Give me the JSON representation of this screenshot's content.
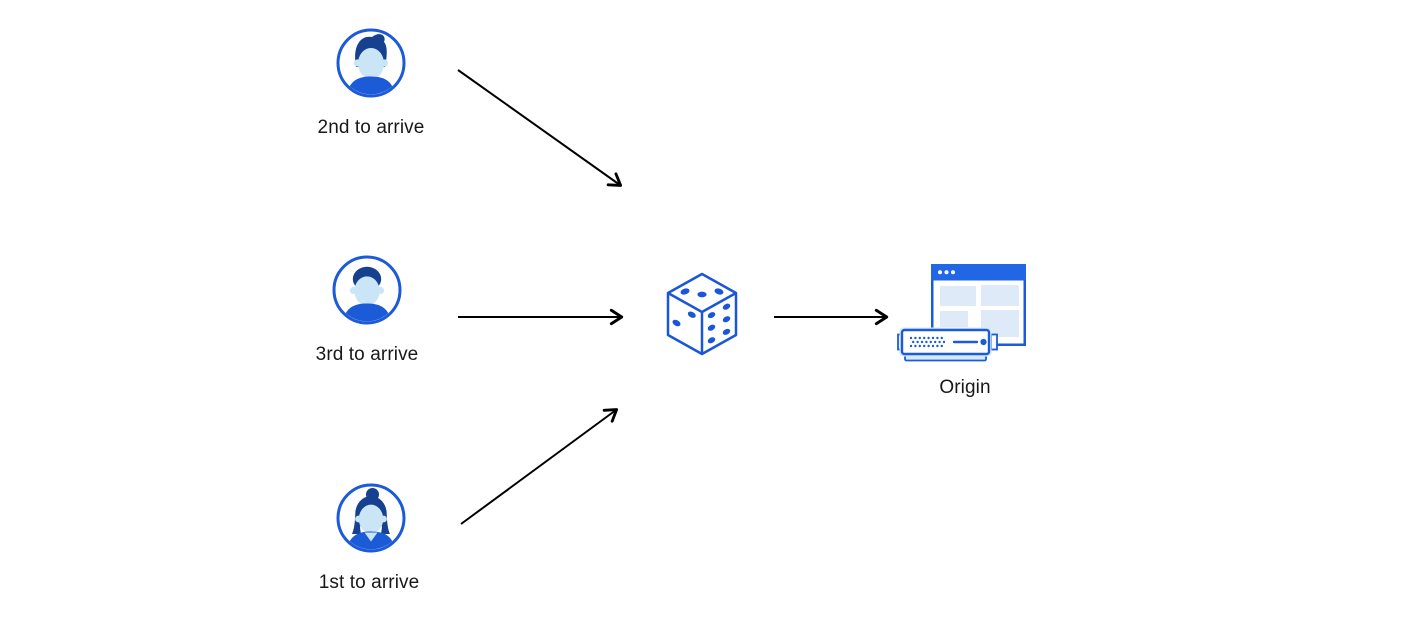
{
  "diagram": {
    "actors": [
      {
        "id": "second",
        "label": "2nd to arrive",
        "icon": "user-avatar-icon"
      },
      {
        "id": "third",
        "label": "3rd to arrive",
        "icon": "user-avatar-icon"
      },
      {
        "id": "first",
        "label": "1st to arrive",
        "icon": "user-avatar-icon"
      }
    ],
    "hub": {
      "icon": "dice-icon"
    },
    "origin": {
      "label": "Origin",
      "icons": [
        "browser-window-icon",
        "server-icon"
      ]
    },
    "connections": [
      {
        "from": "2nd to arrive",
        "to": "dice"
      },
      {
        "from": "3rd to arrive",
        "to": "dice"
      },
      {
        "from": "1st to arrive",
        "to": "dice"
      },
      {
        "from": "dice",
        "to": "Origin"
      }
    ],
    "colors": {
      "blue": "#1B5BD8",
      "dark_blue": "#16418F",
      "light_blue": "#C9E5F6",
      "pale_blue": "#DFEAF8",
      "titlebar_blue": "#2166E4",
      "server_glow": "#D6E9FB",
      "arrow": "#000000",
      "text": "#17181A",
      "background": "#FFFFFF"
    }
  }
}
